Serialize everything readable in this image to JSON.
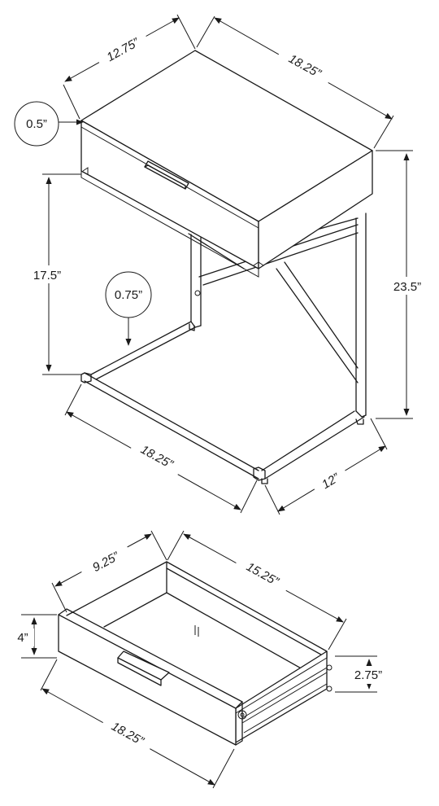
{
  "table": {
    "top_depth": "12.75”",
    "top_width": "18.25”",
    "top_thickness": "0.5”",
    "clearance_height": "17.5”",
    "base_thickness": "0.75”",
    "total_height": "23.5”",
    "base_width": "18.25”",
    "base_depth": "12”"
  },
  "drawer": {
    "inner_depth": "9.25”",
    "inner_width": "15.25”",
    "front_height": "4”",
    "box_height": "2.75”",
    "front_width": "18.25”"
  }
}
